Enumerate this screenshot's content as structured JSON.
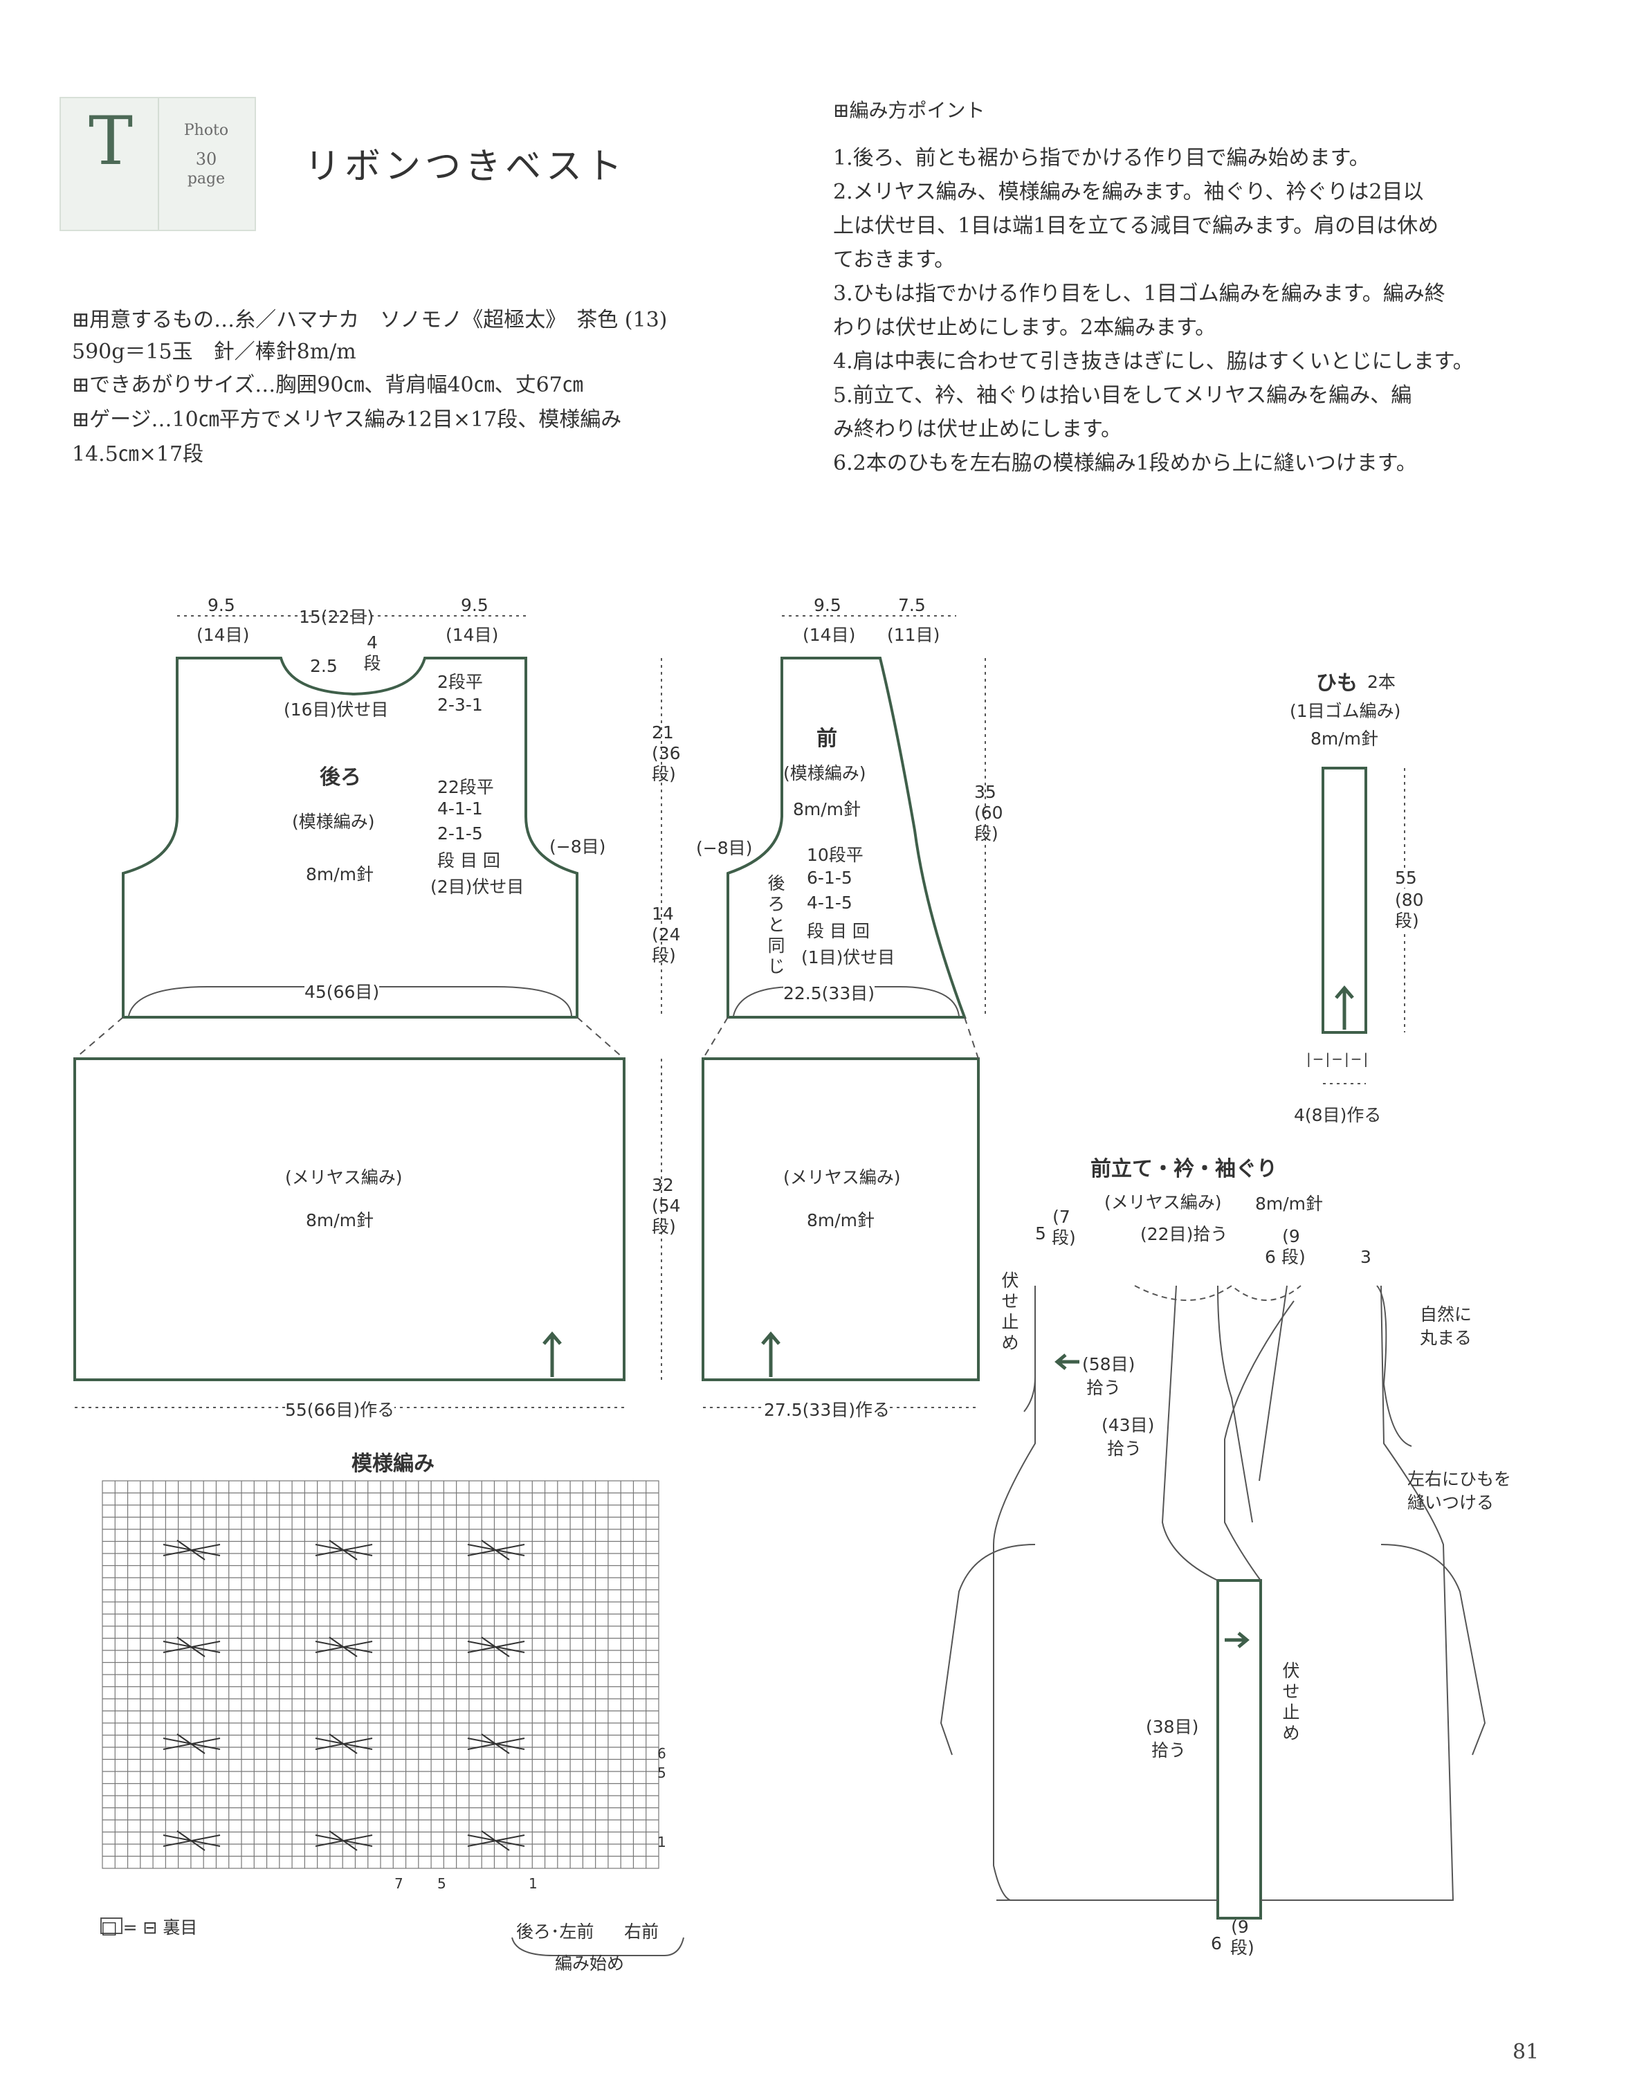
{
  "header": {
    "letter": "T",
    "photo_label": "Photo",
    "photo_page_num": "30",
    "photo_page_word": "page",
    "title": "リボンつきベスト"
  },
  "materials": [
    "⊞用意するもの…糸／ハマナカ　ソノモノ《超極太》　茶色 (13)",
    "590g＝15玉　針／棒針8m/m",
    "⊞できあがりサイズ…胸囲90㎝、背肩幅40㎝、丈67㎝",
    "⊞ゲージ…10㎝平方でメリヤス編み12目×17段、模様編み",
    "14.5㎝×17段"
  ],
  "points": {
    "heading": "⊞編み方ポイント",
    "lines": [
      "1.後ろ、前とも裾から指でかける作り目で編み始めます。",
      "2.メリヤス編み、模様編みを編みます。袖ぐり、衿ぐりは2目以",
      "上は伏せ目、1目は端1目を立てる減目で編みます。肩の目は休め",
      "ておきます。",
      "3.ひもは指でかける作り目をし、1目ゴム編みを編みます。編み終",
      "わりは伏せ止めにします。2本編みます。",
      "4.肩は中表に合わせて引き抜きはぎにし、脇はすくいとじにします。",
      "5.前立て、衿、袖ぐりは拾い目をしてメリヤス編みを編み、編",
      "み終わりは伏せ止めにします。",
      "6.2本のひもを左右脇の模様編み1段めから上に縫いつけます。"
    ]
  },
  "back": {
    "title": "後ろ",
    "pattern": "(模様編み)",
    "needle": "8m/m針",
    "top_left": "9.5",
    "top_left_st": "(14目)",
    "top_mid": "15(22目)",
    "top_right": "9.5",
    "top_right_st": "(14目)",
    "neck_depth": "2.5",
    "neck_rows": "4段",
    "neck_bind": "(16目)伏せ目",
    "neck_dec_a": "2段平",
    "neck_dec_b": "2-3-1",
    "arm_a": "22段平",
    "arm_b": "4-1-1",
    "arm_c": "2-1-5",
    "arm_d": "段 目 回",
    "arm_e": "(2目)伏せ目",
    "arm_minus": "(−8目)",
    "bottom_width": "45(66目)",
    "stockinette": "(メリヤス編み)",
    "needle2": "8m/m針",
    "cast_on": "55(66目)作る"
  },
  "front": {
    "title": "前",
    "pattern": "(模様編み)",
    "needle": "8m/m針",
    "top_left": "9.5",
    "top_left_st": "(14目)",
    "top_right": "7.5",
    "top_right_st": "(11目)",
    "arm_minus": "(−8目)",
    "same_as_back": "後ろと同じ",
    "dec_a": "10段平",
    "dec_b": "6-1-5",
    "dec_c": "4-1-5",
    "dec_d": "段 目 回",
    "dec_e": "(1目)伏せ目",
    "bottom_width": "22.5(33目)",
    "stockinette": "(メリヤス編み)",
    "needle2": "8m/m針",
    "cast_on": "27.5(33目)作る"
  },
  "measures": {
    "upper_cm": "21",
    "upper_rows": "(36段)",
    "mid_cm": "14",
    "mid_rows": "(24段)",
    "lower_cm": "32",
    "lower_rows": "(54段)",
    "front_cm": "35",
    "front_rows": "(60段)"
  },
  "tie": {
    "title": "ひも",
    "count": "2本",
    "pattern": "(1目ゴム編み)",
    "needle": "8m/m針",
    "len_cm": "55",
    "len_rows": "(80段)",
    "ribbing_marks": "|−|−|−|",
    "cast_on": "4(8目)作る"
  },
  "band": {
    "title": "前立て・衿・袖ぐり",
    "pattern": "(メリヤス編み)",
    "needle": "8m/m針",
    "neck_pick": "(22目)拾う",
    "left_cm": "5",
    "left_rows": "(7段)",
    "right_cm": "6",
    "right_rows": "(9段)",
    "arm_width": "3",
    "round_a": "自然に",
    "round_b": "丸まる",
    "bind_left": "伏せ止め",
    "pick58": "(58目)",
    "pick58b": "拾う",
    "pick43": "(43目)",
    "pick43b": "拾う",
    "sew_a": "左右にひもを",
    "sew_b": "縫いつける",
    "bind_right": "伏せ止め",
    "pick38": "(38目)",
    "pick38b": "拾う",
    "bottom_cm": "6",
    "bottom_rows": "(9段)"
  },
  "chart": {
    "title": "模様編み",
    "row_labels": [
      "6",
      "5",
      "1"
    ],
    "col_labels": [
      "7",
      "5",
      "1"
    ],
    "legend": "□ = ⊟ 裏目",
    "start_a": "後ろ･左前",
    "start_b": "右前",
    "start_c": "編み始め"
  },
  "page_number": "81",
  "colors": {
    "accent": "#3f5f4a",
    "text": "#333333",
    "tab_bg": "#eef2ee"
  }
}
